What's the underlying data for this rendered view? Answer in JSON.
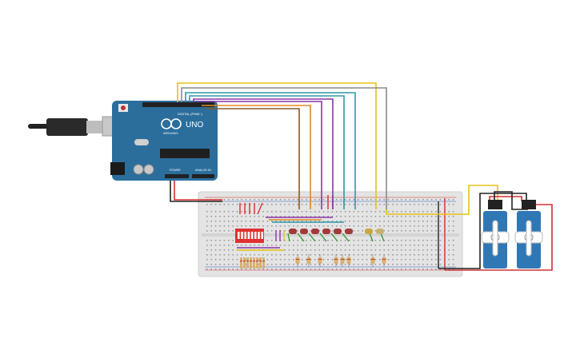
{
  "board": {
    "brand_label": "UNO",
    "digital_label": "DIGITAL (PWM~)",
    "power_label": "POWER",
    "analog_label": "ANALOG IN",
    "logo_text": "ARDUINO"
  },
  "colors": {
    "board": "#2b6e9c",
    "breadboard": "#e4e4e4",
    "led": "#a33a3a",
    "dip_switch": "#e03030",
    "servo": "#2f78b5",
    "wire_yellow": "#e6c21a",
    "wire_gray": "#8a8a8a",
    "wire_purple": "#8b35a8",
    "wire_teal": "#2a9aa8",
    "wire_green": "#3a9a3a",
    "wire_brown": "#8a5a2a",
    "wire_orange": "#e08a20",
    "wire_red": "#d43030",
    "wire_black": "#222222"
  }
}
